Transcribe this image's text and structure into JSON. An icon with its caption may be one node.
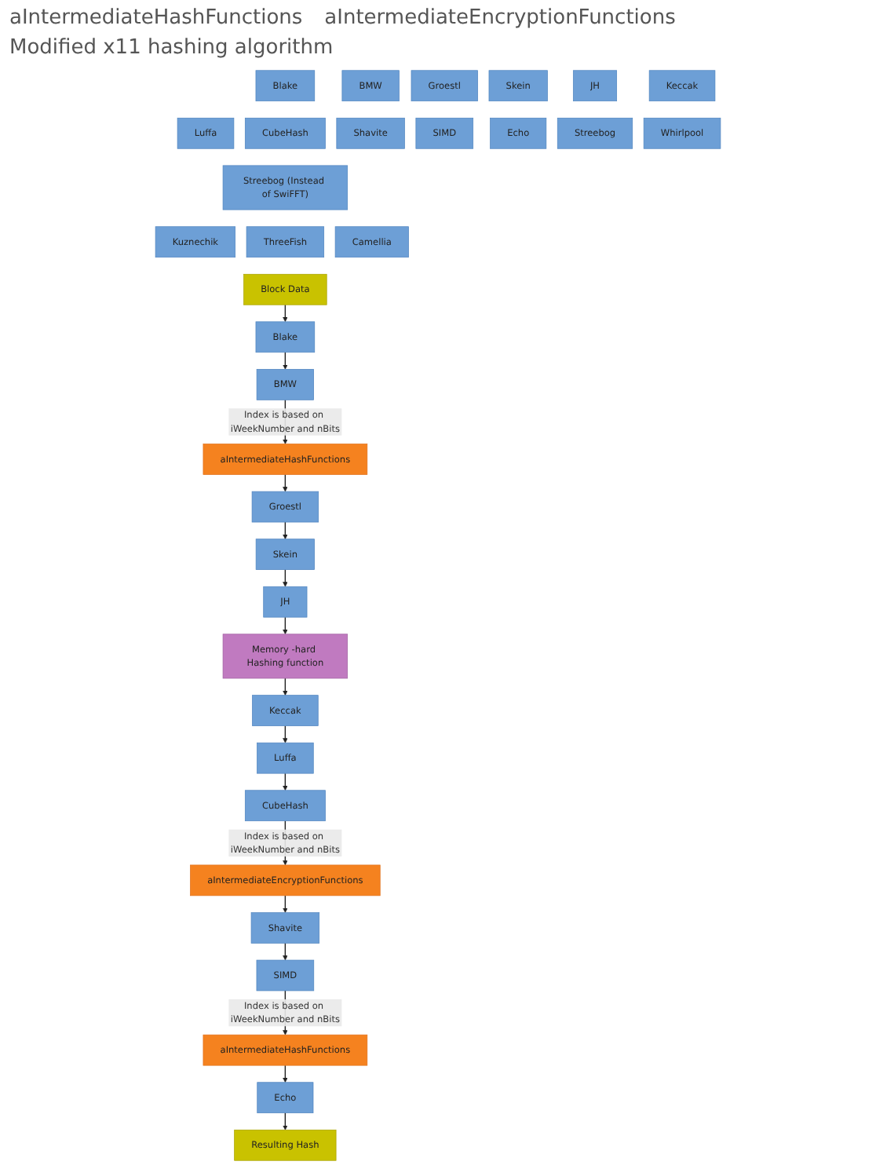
{
  "diagram": {
    "nodes": [
      {
        "text": [
          "Blake"
        ]
      },
      {
        "text": [
          "BMW"
        ]
      },
      {
        "text": [
          "Groestl"
        ]
      },
      {
        "text": [
          "Skein"
        ]
      },
      {
        "text": [
          "JH"
        ]
      },
      {
        "text": [
          "Keccak"
        ]
      },
      {
        "text": [
          "Luffa"
        ]
      },
      {
        "text": [
          "CubeHash"
        ]
      },
      {
        "text": [
          "Shavite"
        ]
      },
      {
        "text": [
          "SIMD"
        ]
      },
      {
        "text": [
          "Echo"
        ]
      },
      {
        "text": [
          "Streebog"
        ]
      },
      {
        "text": [
          "Whirlpool"
        ]
      },
      {
        "text": [
          "Streebog (Instead of SwiFFT)"
        ]
      },
      {
        "text": [
          "Kuznechik"
        ]
      },
      {
        "text": [
          "ThreeFish"
        ]
      },
      {
        "text": [
          "Camellia"
        ]
      },
      {
        "text": [
          "Block Data"
        ]
      },
      {
        "text": [
          "Blake"
        ]
      },
      {
        "text": [
          "BMW"
        ]
      },
      {
        "text": [
          "aIntermediateHashFunctions"
        ]
      },
      {
        "text": [
          "Groestl"
        ]
      },
      {
        "text": [
          "Skein"
        ]
      },
      {
        "text": [
          "JH"
        ]
      },
      {
        "text": [
          "Memory -hard Hashing function"
        ]
      },
      {
        "text": [
          "Keccak"
        ]
      },
      {
        "text": [
          "Luffa"
        ]
      },
      {
        "text": [
          "CubeHash"
        ]
      },
      {
        "text": [
          "aIntermediateEncryptionFunctions"
        ]
      },
      {
        "text": [
          "Shavite"
        ]
      },
      {
        "text": [
          "SIMD"
        ]
      },
      {
        "text": [
          "aIntermediateHashFunctions"
        ]
      },
      {
        "text": [
          "Echo"
        ]
      },
      {
        "text": [
          "Resulting Hash"
        ]
      }
    ],
    "edges": [
      {
        "from": 17,
        "to": 18,
        "arrow": "to"
      },
      {
        "from": 18,
        "to": 19,
        "arrow": "to"
      },
      {
        "from": 19,
        "to": 20,
        "arrow": "to",
        "label": "Index is based on iWeekNumber and nBits"
      },
      {
        "from": 20,
        "to": 21,
        "arrow": "to"
      },
      {
        "from": 21,
        "to": 22,
        "arrow": "to"
      },
      {
        "from": 22,
        "to": 23,
        "arrow": "to"
      },
      {
        "from": 23,
        "to": 24,
        "arrow": "to"
      },
      {
        "from": 24,
        "to": 25,
        "arrow": "to"
      },
      {
        "from": 25,
        "to": 26,
        "arrow": "to"
      },
      {
        "from": 26,
        "to": 27,
        "arrow": "to"
      },
      {
        "from": 27,
        "to": 28,
        "arrow": "to",
        "label": "Index is based on iWeekNumber and nBits"
      },
      {
        "from": 28,
        "to": 29,
        "arrow": "to"
      },
      {
        "from": 29,
        "to": 30,
        "arrow": "to"
      },
      {
        "from": 30,
        "to": 31,
        "arrow": "to",
        "label": "Index is based on iWeekNumber and nBits"
      },
      {
        "from": 31,
        "to": 32,
        "arrow": "to"
      },
      {
        "from": 32,
        "to": 33,
        "arrow": "to"
      }
    ],
    "labels": [
      "aIntermediateHashFunctions",
      "aIntermediateEncryptionFunctions",
      "Modified x11 hashing algorithm"
    ]
  }
}
